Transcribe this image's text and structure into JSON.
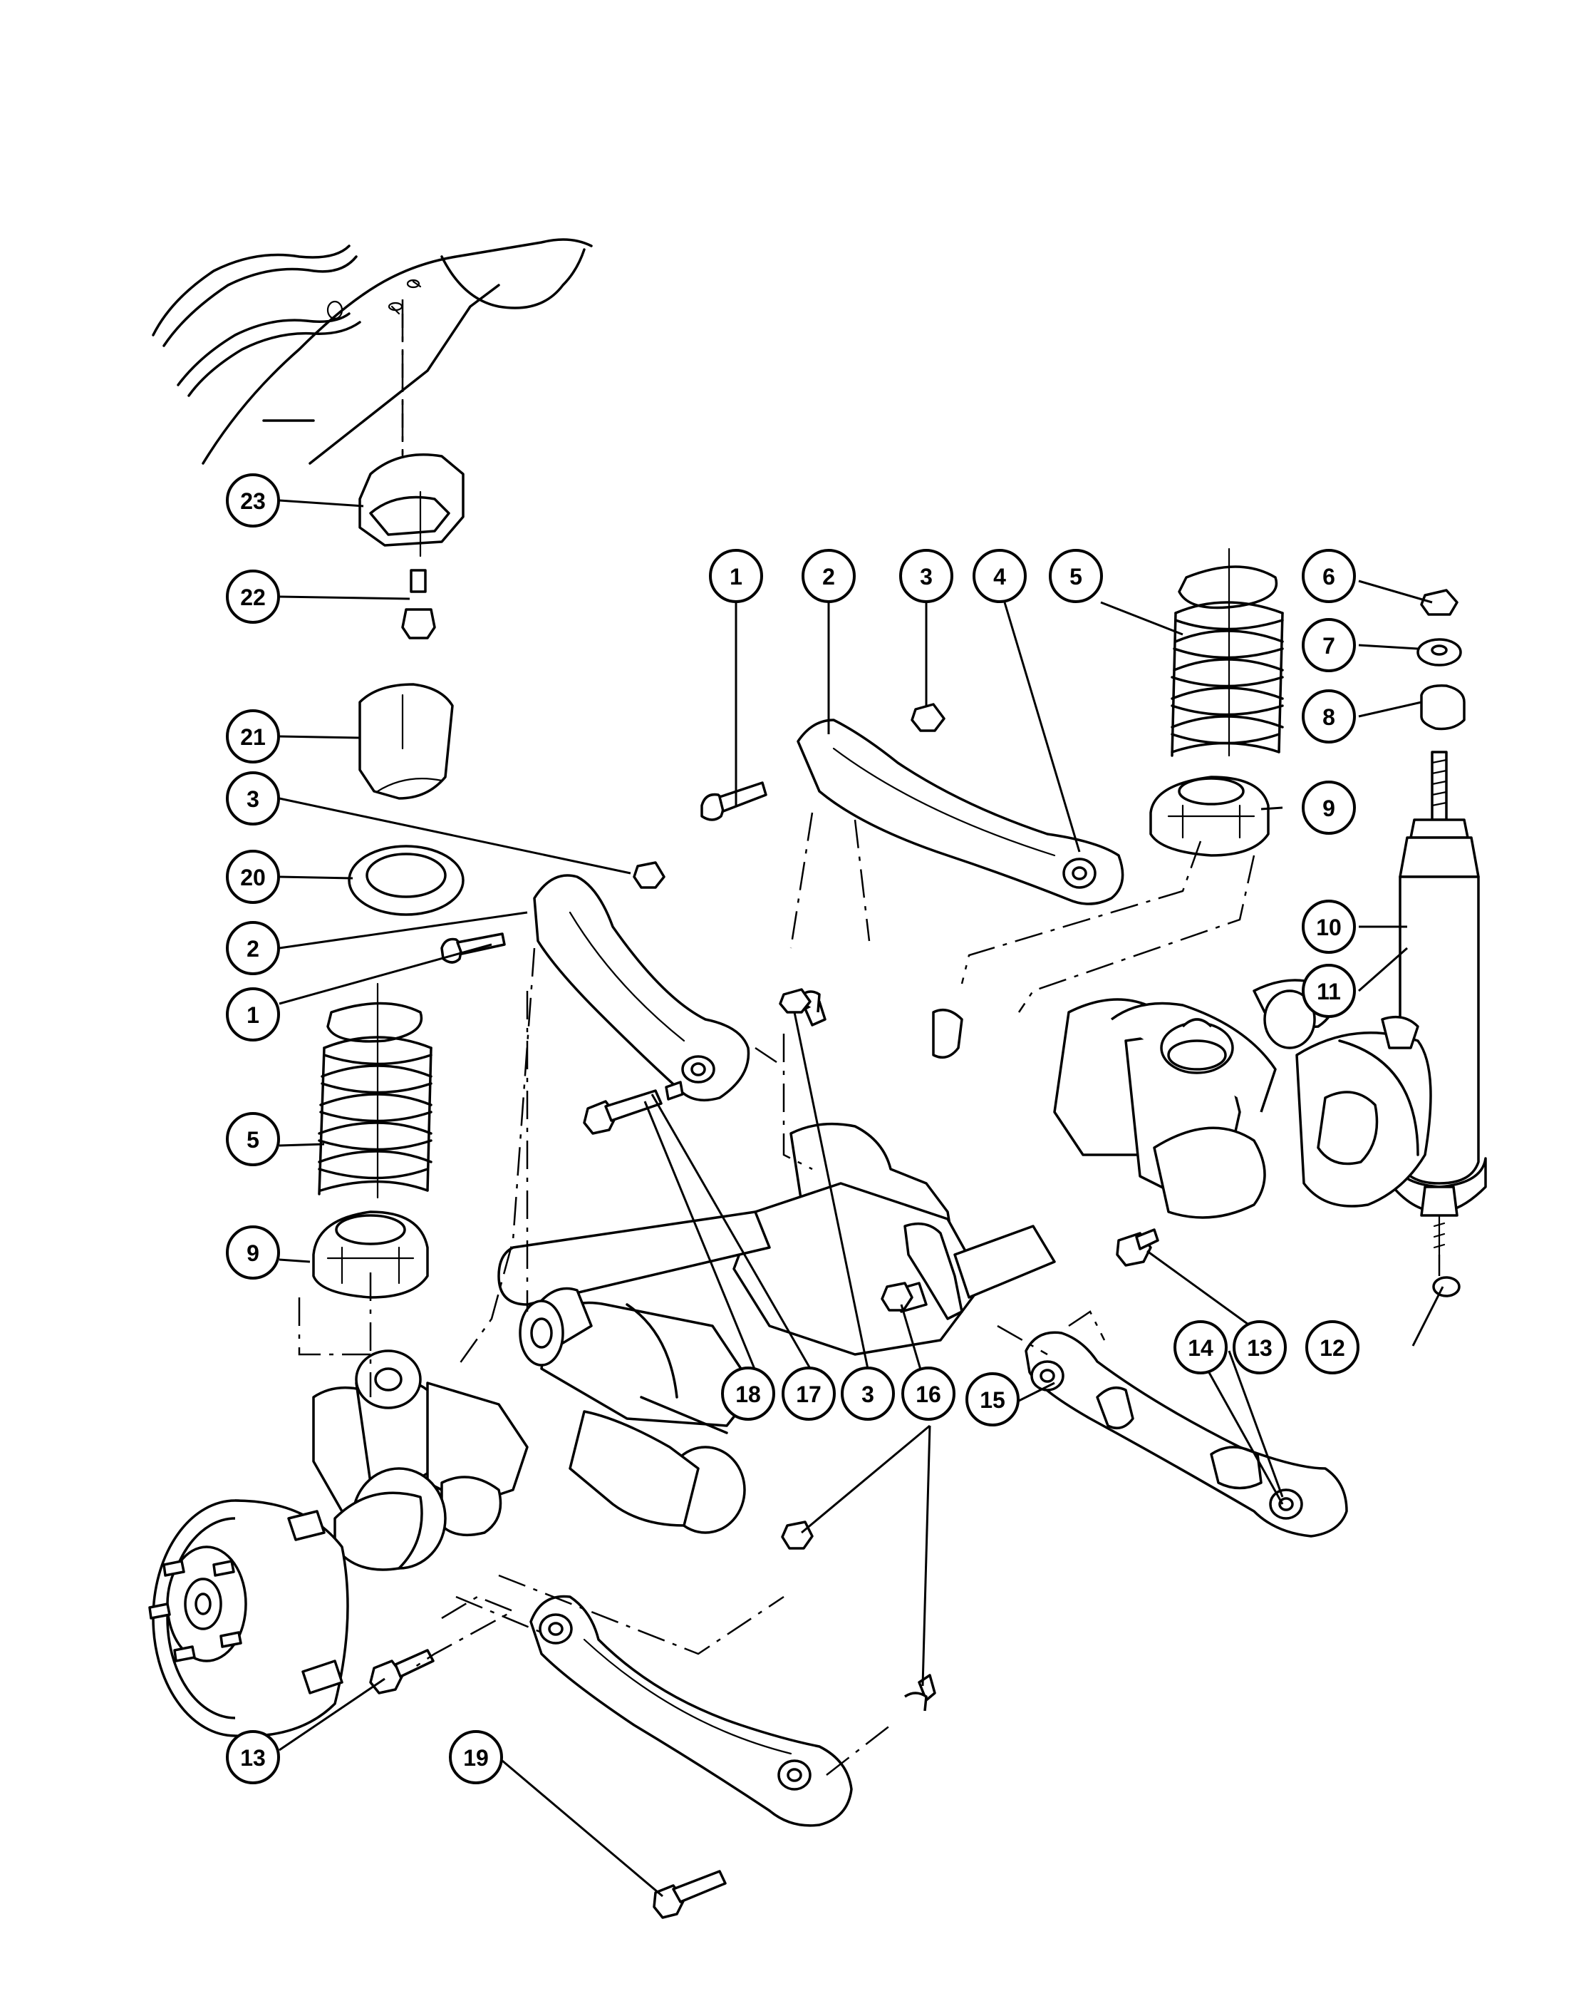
{
  "callouts": [
    {
      "id": "c1a",
      "label": "1"
    },
    {
      "id": "c2a",
      "label": "2"
    },
    {
      "id": "c3a",
      "label": "3"
    },
    {
      "id": "c4",
      "label": "4"
    },
    {
      "id": "c5a",
      "label": "5"
    },
    {
      "id": "c6",
      "label": "6"
    },
    {
      "id": "c7",
      "label": "7"
    },
    {
      "id": "c8",
      "label": "8"
    },
    {
      "id": "c9a",
      "label": "9"
    },
    {
      "id": "c10",
      "label": "10"
    },
    {
      "id": "c11",
      "label": "11"
    },
    {
      "id": "c23",
      "label": "23"
    },
    {
      "id": "c22",
      "label": "22"
    },
    {
      "id": "c21",
      "label": "21"
    },
    {
      "id": "c3b",
      "label": "3"
    },
    {
      "id": "c20",
      "label": "20"
    },
    {
      "id": "c2b",
      "label": "2"
    },
    {
      "id": "c1b",
      "label": "1"
    },
    {
      "id": "c5b",
      "label": "5"
    },
    {
      "id": "c9b",
      "label": "9"
    },
    {
      "id": "c18",
      "label": "18"
    },
    {
      "id": "c17",
      "label": "17"
    },
    {
      "id": "c3c",
      "label": "3"
    },
    {
      "id": "c16",
      "label": "16"
    },
    {
      "id": "c15",
      "label": "15"
    },
    {
      "id": "c14",
      "label": "14"
    },
    {
      "id": "c13a",
      "label": "13"
    },
    {
      "id": "c12",
      "label": "12"
    },
    {
      "id": "c13b",
      "label": "13"
    },
    {
      "id": "c19",
      "label": "19"
    }
  ]
}
